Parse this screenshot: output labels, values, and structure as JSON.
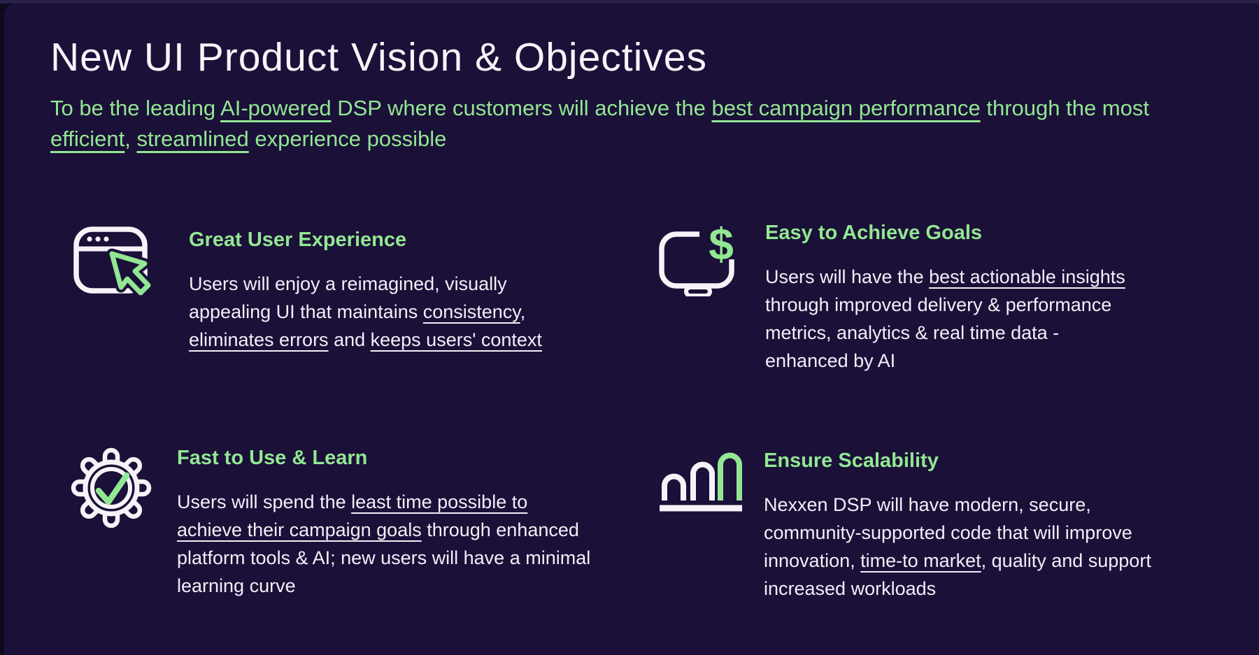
{
  "theme": {
    "background": "#1B1038",
    "edge": "#0E0A1E",
    "top_edge": "#2A2146",
    "accent_green": "#92E792",
    "body_text": "#F2EFF7",
    "title_text": "#F7F4FA",
    "icon_stroke": "#F5F3F8"
  },
  "slide": {
    "title": "New UI Product Vision & Objectives",
    "subtitle_segments": [
      {
        "text": "To be the leading "
      },
      {
        "text": "AI-powered",
        "u": true
      },
      {
        "text": " DSP where customers will achieve the "
      },
      {
        "text": "best campaign performance",
        "u": true
      },
      {
        "text": " through the most "
      },
      {
        "text": "efficient",
        "u": true
      },
      {
        "text": ", "
      },
      {
        "text": "streamlined",
        "u": true
      },
      {
        "text": " experience possible"
      }
    ],
    "quadrants": [
      {
        "icon": "browser-cursor-icon",
        "heading": "Great User Experience",
        "body_segments": [
          {
            "text": "Users will enjoy a reimagined, visually appealing UI that maintains "
          },
          {
            "text": "consistency",
            "u": true
          },
          {
            "text": ", "
          },
          {
            "text": "eliminates errors",
            "u": true
          },
          {
            "text": " and "
          },
          {
            "text": "keeps users' context",
            "u": true
          }
        ]
      },
      {
        "icon": "monitor-dollar-icon",
        "heading": "Easy to Achieve Goals",
        "body_segments": [
          {
            "text": "Users will have the "
          },
          {
            "text": "best actionable insights",
            "u": true
          },
          {
            "text": " through improved delivery & performance metrics, analytics & real time data - enhanced by AI"
          }
        ]
      },
      {
        "icon": "gear-check-icon",
        "heading": "Fast to Use & Learn",
        "body_segments": [
          {
            "text": "Users will spend the "
          },
          {
            "text": "least time possible to achieve their campaign goals",
            "u": true
          },
          {
            "text": " through enhanced platform tools & AI; new users will have a minimal learning curve"
          }
        ]
      },
      {
        "icon": "bar-chart-icon",
        "heading": "Ensure Scalability",
        "body_segments": [
          {
            "text": "Nexxen DSP will have modern, secure, community-supported code that will improve innovation, "
          },
          {
            "text": "time-to market",
            "u": true
          },
          {
            "text": ", quality and support increased workloads"
          }
        ]
      }
    ],
    "icon_dollar_glyph": "$"
  }
}
